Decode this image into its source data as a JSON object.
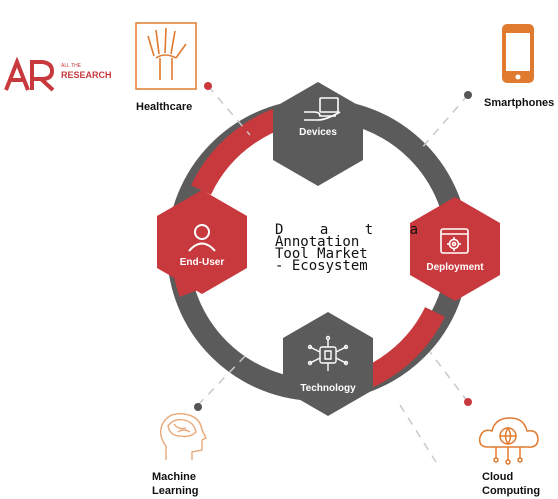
{
  "logo": {
    "mark": "AR",
    "line1": "ALL THE",
    "line2": "RESEARCH"
  },
  "title": {
    "line1": "D a t a",
    "line2": "Annotation",
    "line3": "Tool Market",
    "line4": "- Ecosystem"
  },
  "nodes": {
    "devices": "Devices",
    "deployment": "Deployment",
    "technology": "Technology",
    "end_user": "End-User"
  },
  "outer": {
    "healthcare": "Healthcare",
    "smartphones": "Smartphones",
    "machine_learning_1": "Machine",
    "machine_learning_2": "Learning",
    "cloud_computing_1": "Cloud",
    "cloud_computing_2": "Computing"
  },
  "colors": {
    "red": "#c8393d",
    "gray": "#5b5b5b",
    "orange": "#e07a2e"
  }
}
